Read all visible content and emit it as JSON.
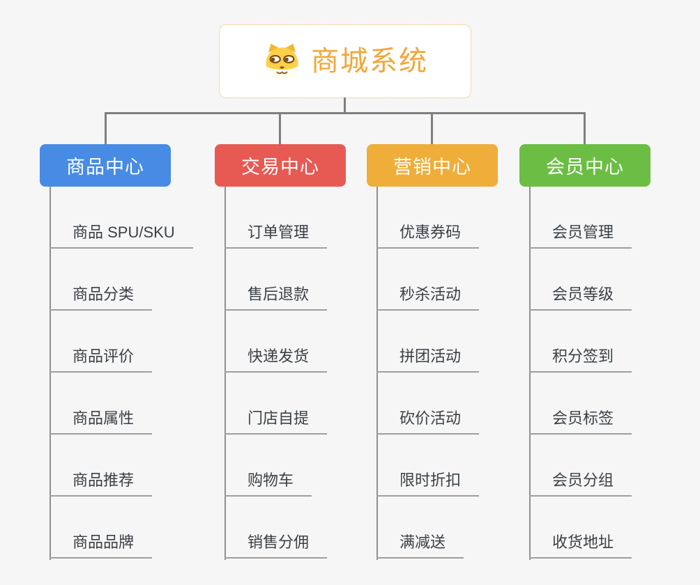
{
  "root": {
    "title": "商城系统",
    "icon": "shiba-dog-icon",
    "accent_color": "#f1a73b",
    "border_color": "#f2b24f"
  },
  "connector_color": "#7e7e7e",
  "underline_color": "#9e9e9e",
  "background_color": "#f6f6f6",
  "columns": [
    {
      "title": "商品中心",
      "color": "#478be4",
      "items": [
        "商品 SPU/SKU",
        "商品分类",
        "商品评价",
        "商品属性",
        "商品推荐",
        "商品品牌"
      ]
    },
    {
      "title": "交易中心",
      "color": "#e75a54",
      "items": [
        "订单管理",
        "售后退款",
        "快递发货",
        "门店自提",
        "购物车",
        "销售分佣"
      ]
    },
    {
      "title": "营销中心",
      "color": "#efad3a",
      "items": [
        "优惠券码",
        "秒杀活动",
        "拼团活动",
        "砍价活动",
        "限时折扣",
        "满减送"
      ]
    },
    {
      "title": "会员中心",
      "color": "#6bbe43",
      "items": [
        "会员管理",
        "会员等级",
        "积分签到",
        "会员标签",
        "会员分组",
        "收货地址"
      ]
    }
  ]
}
